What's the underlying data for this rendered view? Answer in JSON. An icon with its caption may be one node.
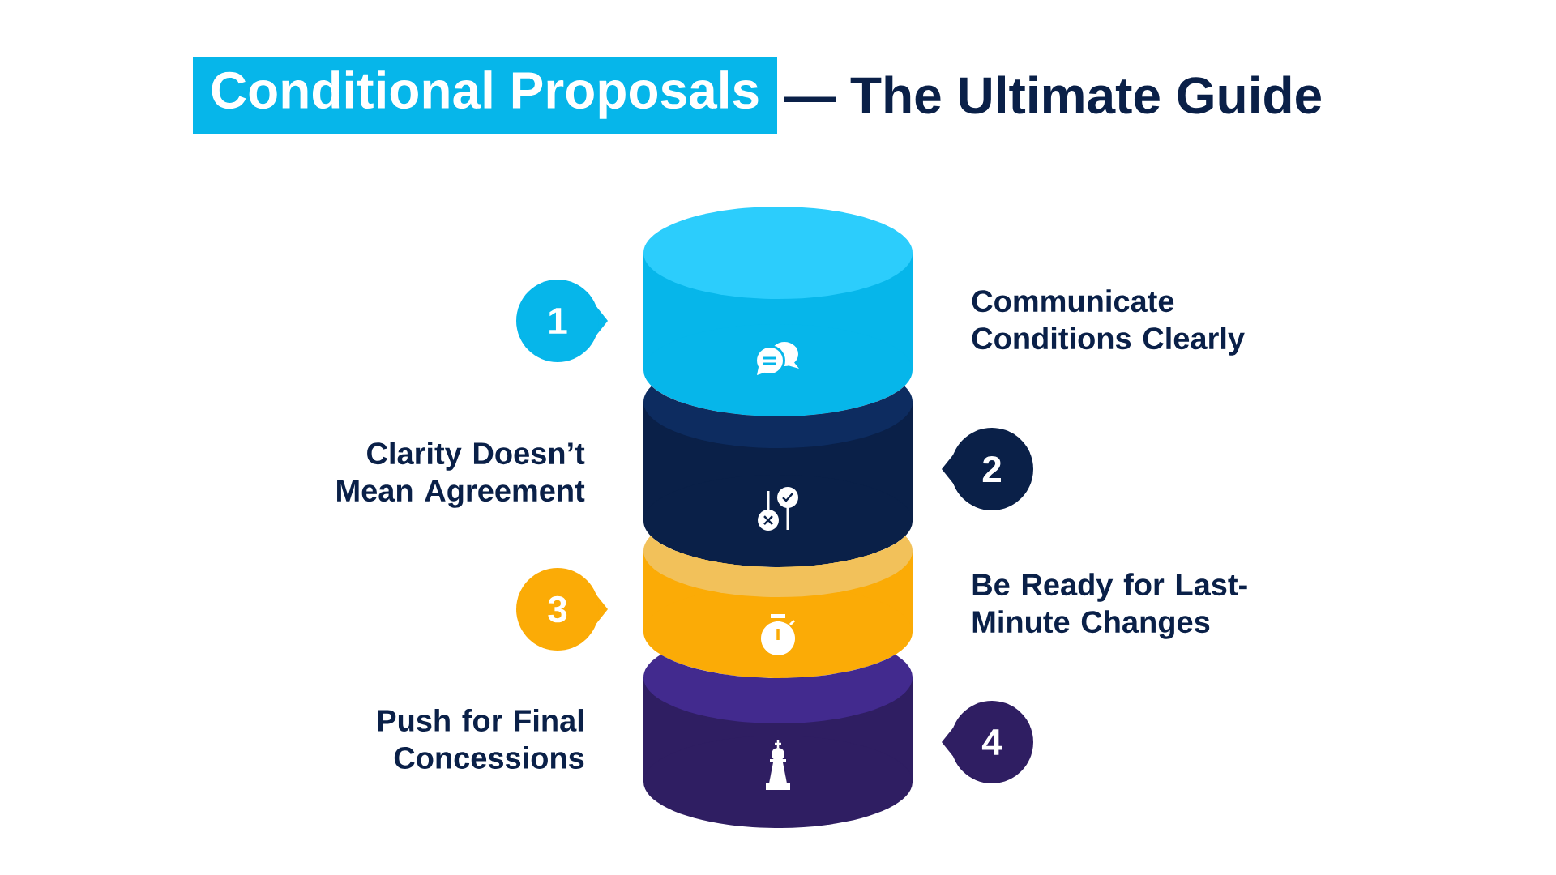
{
  "diagram": {
    "title": "Conditional Proposals",
    "nodes": [
      {
        "text": [],
        "shape": "cylinder",
        "beside": [
          "Communicate Conditions Clearly"
        ]
      },
      {
        "text": [],
        "shape": "cylinder",
        "beside": [
          "Clarity Doesn’t Mean Agreement"
        ]
      },
      {
        "text": [],
        "shape": "cylinder",
        "beside": [
          "Be Ready for Last-Minute Changes"
        ]
      },
      {
        "text": [],
        "shape": "cylinder",
        "beside": [
          "Push for Final Concessions"
        ]
      },
      {
        "text": [
          "1"
        ]
      },
      {
        "text": [
          "2"
        ]
      },
      {
        "text": [
          "3"
        ]
      },
      {
        "text": [
          "4"
        ]
      }
    ],
    "labels": [
      "— The Ultimate Guide"
    ]
  }
}
